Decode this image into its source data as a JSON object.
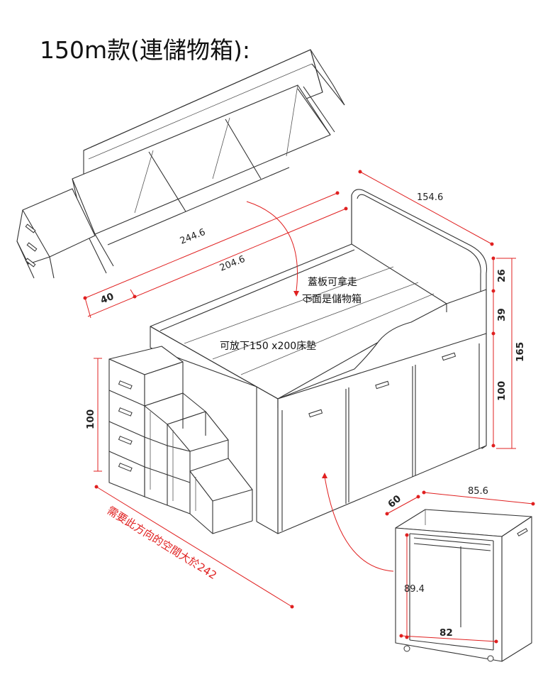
{
  "heading": "150m款(連儲物箱):",
  "notes": {
    "lid": [
      "蓋板可拿走",
      "下面是儲物箱"
    ],
    "mattress": "可放下150 x200床墊",
    "space": "需要此方向的空間大於242"
  },
  "dimensions": {
    "total_length": "244.6",
    "bed_length": "204.6",
    "stair_depth": "40",
    "depth": "154.6",
    "headboard_top": "26",
    "headboard_mid": "39",
    "total_height": "165",
    "base_height": "100",
    "stair_height": "100",
    "wardrobe_depth": "60",
    "wardrobe_width": "85.6",
    "wardrobe_height": "89.4",
    "wardrobe_inner": "82"
  },
  "colors": {
    "dimension": "#e02020",
    "line": "#333333"
  }
}
